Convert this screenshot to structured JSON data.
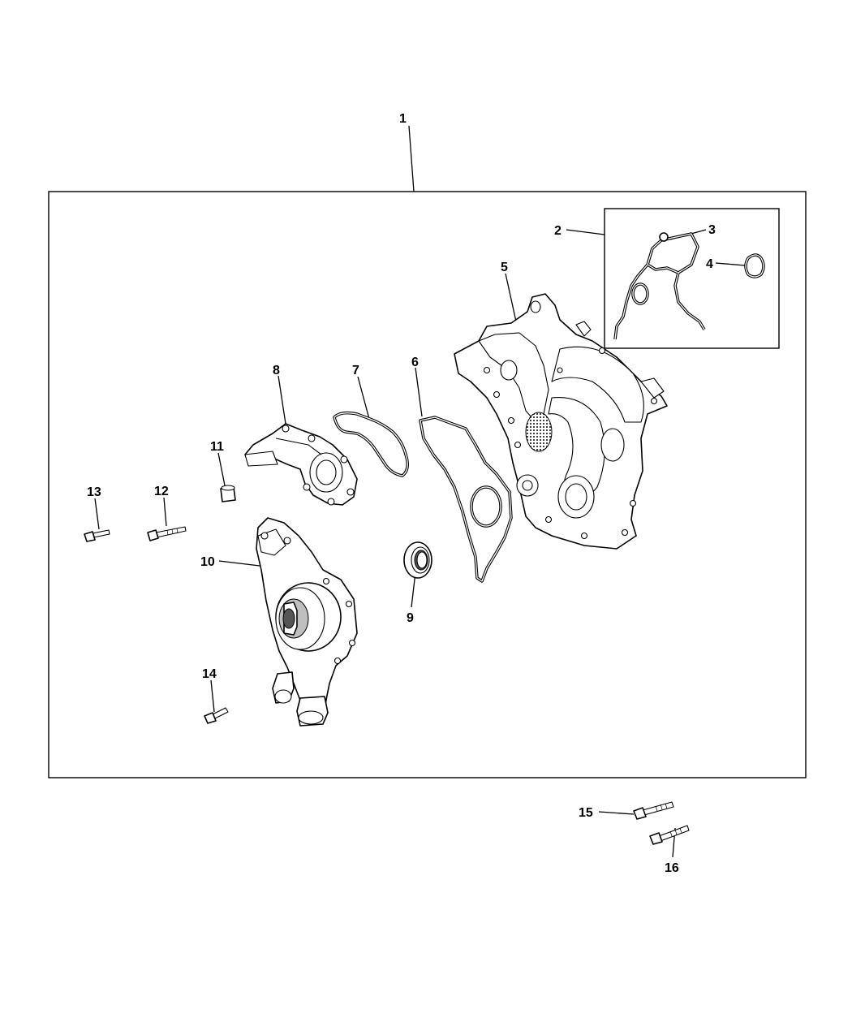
{
  "callouts": [
    "1",
    "2",
    "3",
    "4",
    "5",
    "6",
    "7",
    "8",
    "9",
    "10",
    "11",
    "12",
    "13",
    "14",
    "15",
    "16"
  ],
  "colors": {
    "line": "#000000",
    "background": "#ffffff",
    "shade": "#bfbfbf"
  }
}
